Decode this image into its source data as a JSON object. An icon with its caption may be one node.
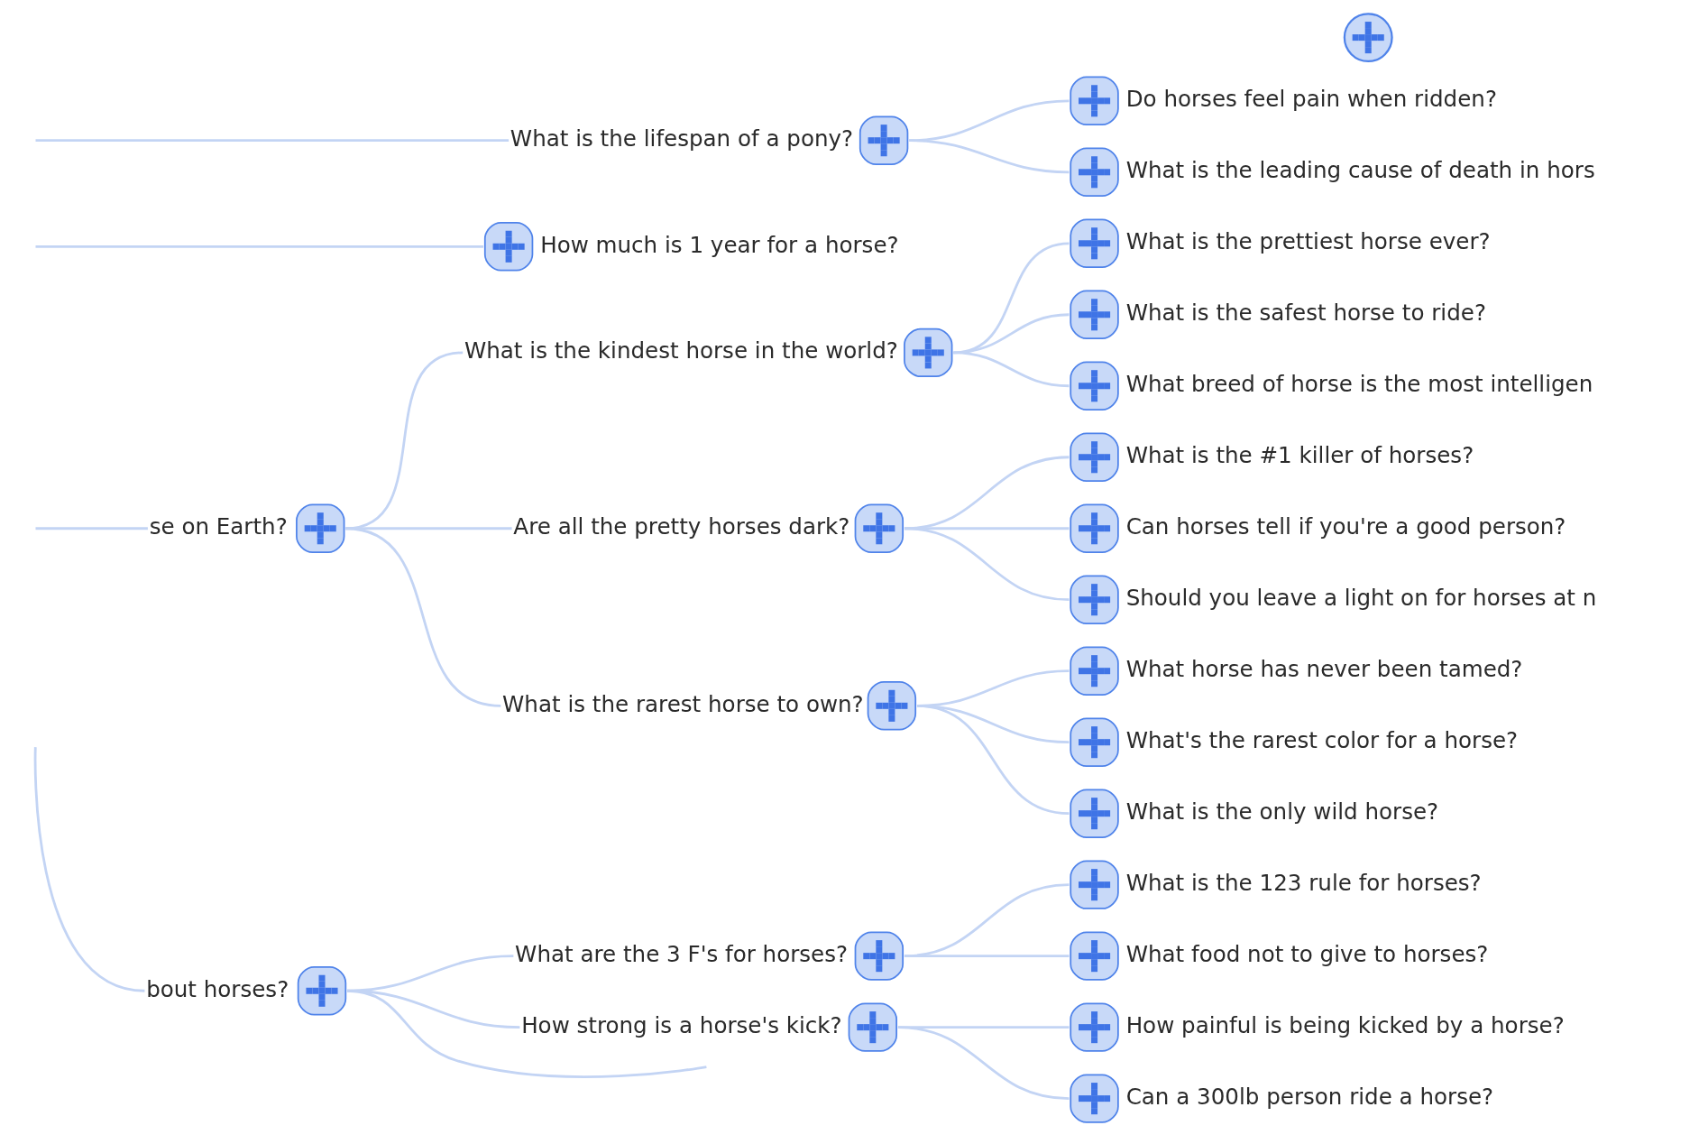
{
  "diagram": {
    "nodes": [
      {
        "text": [],
        "shape": "circle"
      },
      {
        "text": [
          "What is the lifespan of a pony?"
        ]
      },
      {
        "text": [
          "Do horses feel pain when ridden?"
        ]
      },
      {
        "text": [
          "What is the leading cause of death in hors"
        ]
      },
      {
        "text": [
          "How much is 1 year for a horse?"
        ]
      },
      {
        "text": [
          "What is the kindest horse in the world?"
        ]
      },
      {
        "text": [
          "What is the prettiest horse ever?"
        ]
      },
      {
        "text": [
          "What is the safest horse to ride?"
        ]
      },
      {
        "text": [
          "What breed of horse is the most intelligen"
        ]
      },
      {
        "text": [
          "se on Earth?"
        ]
      },
      {
        "text": [
          "Are all the pretty horses dark?"
        ]
      },
      {
        "text": [
          "What is the #1 killer of horses?"
        ]
      },
      {
        "text": [
          "Can horses tell if you're a good person?"
        ]
      },
      {
        "text": [
          "Should you leave a light on for horses at n"
        ]
      },
      {
        "text": [
          "What is the rarest horse to own?"
        ]
      },
      {
        "text": [
          "What horse has never been tamed?"
        ]
      },
      {
        "text": [
          "What's the rarest color for a horse?"
        ]
      },
      {
        "text": [
          "What is the only wild horse?"
        ]
      },
      {
        "text": [
          "What are the 3 F's for horses?"
        ]
      },
      {
        "text": [
          "What is the 123 rule for horses?"
        ]
      },
      {
        "text": [
          "What food not to give to horses?"
        ]
      },
      {
        "text": [
          "bout horses?"
        ]
      },
      {
        "text": [
          "How strong is a horse's kick?"
        ]
      },
      {
        "text": [
          "How painful is being kicked by a horse?"
        ]
      },
      {
        "text": [
          "Can a 300lb person ride a horse?"
        ]
      }
    ],
    "edges": [
      {
        "from": null,
        "to": 1,
        "arrow": "none"
      },
      {
        "from": null,
        "to": 4,
        "arrow": "none"
      },
      {
        "from": 1,
        "to": 2,
        "arrow": "none"
      },
      {
        "from": 1,
        "to": 3,
        "arrow": "none"
      },
      {
        "from": null,
        "to": 9,
        "arrow": "none"
      },
      {
        "from": 9,
        "to": 5,
        "arrow": "none"
      },
      {
        "from": 9,
        "to": 10,
        "arrow": "none"
      },
      {
        "from": 9,
        "to": 14,
        "arrow": "none"
      },
      {
        "from": 5,
        "to": 6,
        "arrow": "none"
      },
      {
        "from": 5,
        "to": 7,
        "arrow": "none"
      },
      {
        "from": 5,
        "to": 8,
        "arrow": "none"
      },
      {
        "from": 10,
        "to": 11,
        "arrow": "none"
      },
      {
        "from": 10,
        "to": 12,
        "arrow": "none"
      },
      {
        "from": 10,
        "to": 13,
        "arrow": "none"
      },
      {
        "from": 14,
        "to": 15,
        "arrow": "none"
      },
      {
        "from": 14,
        "to": 16,
        "arrow": "none"
      },
      {
        "from": 14,
        "to": 17,
        "arrow": "none"
      },
      {
        "from": null,
        "to": 21,
        "arrow": "none"
      },
      {
        "from": 21,
        "to": 18,
        "arrow": "none"
      },
      {
        "from": 21,
        "to": 22,
        "arrow": "none"
      },
      {
        "from": 21,
        "to": null,
        "arrow": "none"
      },
      {
        "from": 18,
        "to": 19,
        "arrow": "none"
      },
      {
        "from": 18,
        "to": 20,
        "arrow": "none"
      },
      {
        "from": 22,
        "to": 23,
        "arrow": "none"
      },
      {
        "from": 22,
        "to": 24,
        "arrow": "none"
      }
    ]
  }
}
